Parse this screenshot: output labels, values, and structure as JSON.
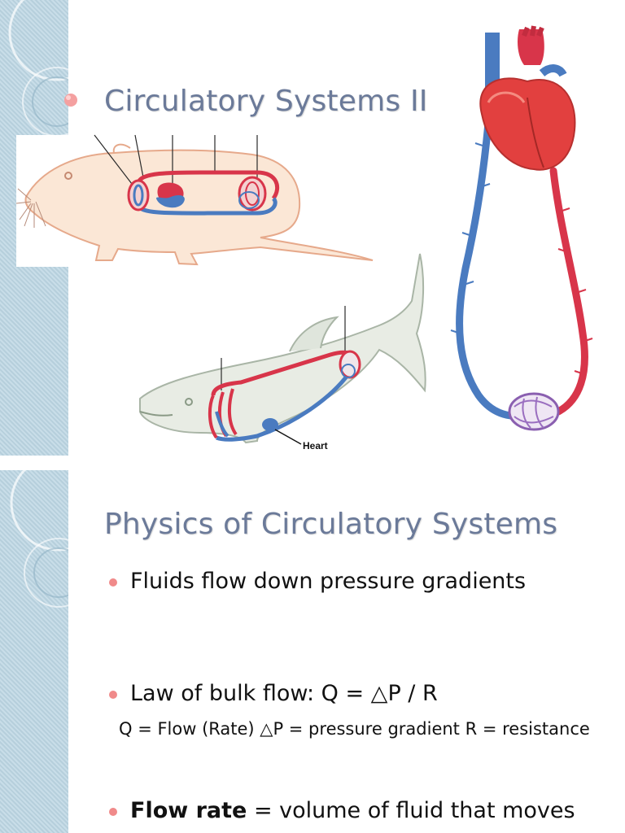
{
  "slide1": {
    "title": "Circulatory Systems II",
    "fish_heart_label": "Heart"
  },
  "slide2": {
    "title": "Physics of Circulatory Systems",
    "bullets": [
      {
        "text": "Fluids flow down pressure gradients"
      },
      {
        "text": "Law of bulk flow:     Q = △P / R"
      },
      {
        "sub": "Q = Flow (Rate)  △P = pressure gradient  R = resistance"
      },
      {
        "bold": "Flow rate",
        "rest": " = volume of fluid that moves"
      }
    ]
  },
  "colors": {
    "title": "#6b7a99",
    "side_band": "#bcd6e3",
    "bullet": "#f08a8a",
    "artery": "#d8354a",
    "vein": "#4a7bc0"
  }
}
